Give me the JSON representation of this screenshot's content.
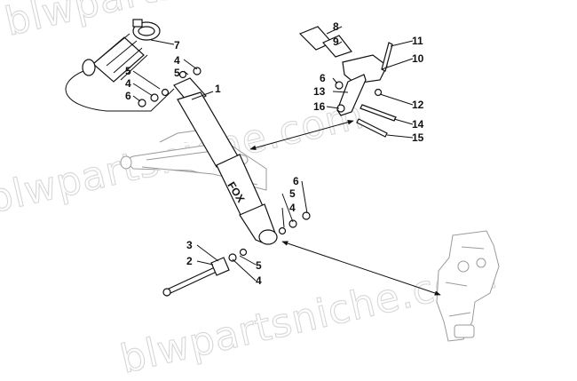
{
  "watermark": {
    "text": "blwpartsniche.com"
  },
  "callouts": [
    {
      "id": "c1",
      "label": "1"
    },
    {
      "id": "c2",
      "label": "2"
    },
    {
      "id": "c3",
      "label": "3"
    },
    {
      "id": "c4a",
      "label": "4"
    },
    {
      "id": "c4b",
      "label": "4"
    },
    {
      "id": "c4c",
      "label": "4"
    },
    {
      "id": "c4d",
      "label": "4"
    },
    {
      "id": "c5a",
      "label": "5"
    },
    {
      "id": "c5b",
      "label": "5"
    },
    {
      "id": "c5c",
      "label": "5"
    },
    {
      "id": "c5d",
      "label": "5"
    },
    {
      "id": "c6a",
      "label": "6"
    },
    {
      "id": "c6b",
      "label": "6"
    },
    {
      "id": "c6c",
      "label": "6"
    },
    {
      "id": "c7",
      "label": "7"
    },
    {
      "id": "c8",
      "label": "8"
    },
    {
      "id": "c9",
      "label": "9"
    },
    {
      "id": "c10",
      "label": "10"
    },
    {
      "id": "c11",
      "label": "11"
    },
    {
      "id": "c12",
      "label": "12"
    },
    {
      "id": "c13",
      "label": "13"
    },
    {
      "id": "c14",
      "label": "14"
    },
    {
      "id": "c15",
      "label": "15"
    },
    {
      "id": "c16",
      "label": "16"
    }
  ],
  "shock_logo": "FOX"
}
